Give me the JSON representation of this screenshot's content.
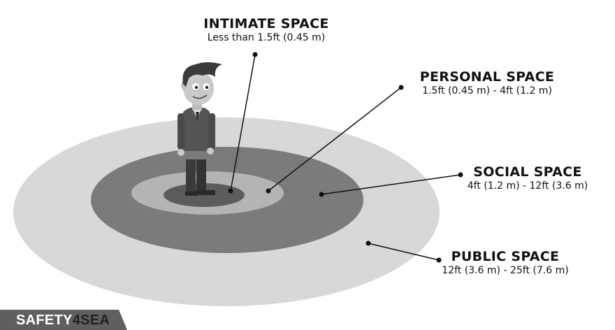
{
  "zones": [
    {
      "title": "INTIMATE SPACE",
      "range": "Less than 1.5ft (0.45 m)",
      "color": "#5c5c5c"
    },
    {
      "title": "PERSONAL SPACE",
      "range": "1.5ft (0.45 m) - 4ft (1.2 m)",
      "color": "#b4b4b4"
    },
    {
      "title": "SOCIAL SPACE",
      "range": "4ft (1.2 m) - 12ft (3.6 m)",
      "color": "#7b7b7b"
    },
    {
      "title": "PUBLIC SPACE",
      "range": "12ft (3.6 m) - 25ft (7.6 m)",
      "color": "#d8d8d8"
    }
  ],
  "logo": {
    "part1": "SAFETY",
    "part2": "4SEA"
  }
}
